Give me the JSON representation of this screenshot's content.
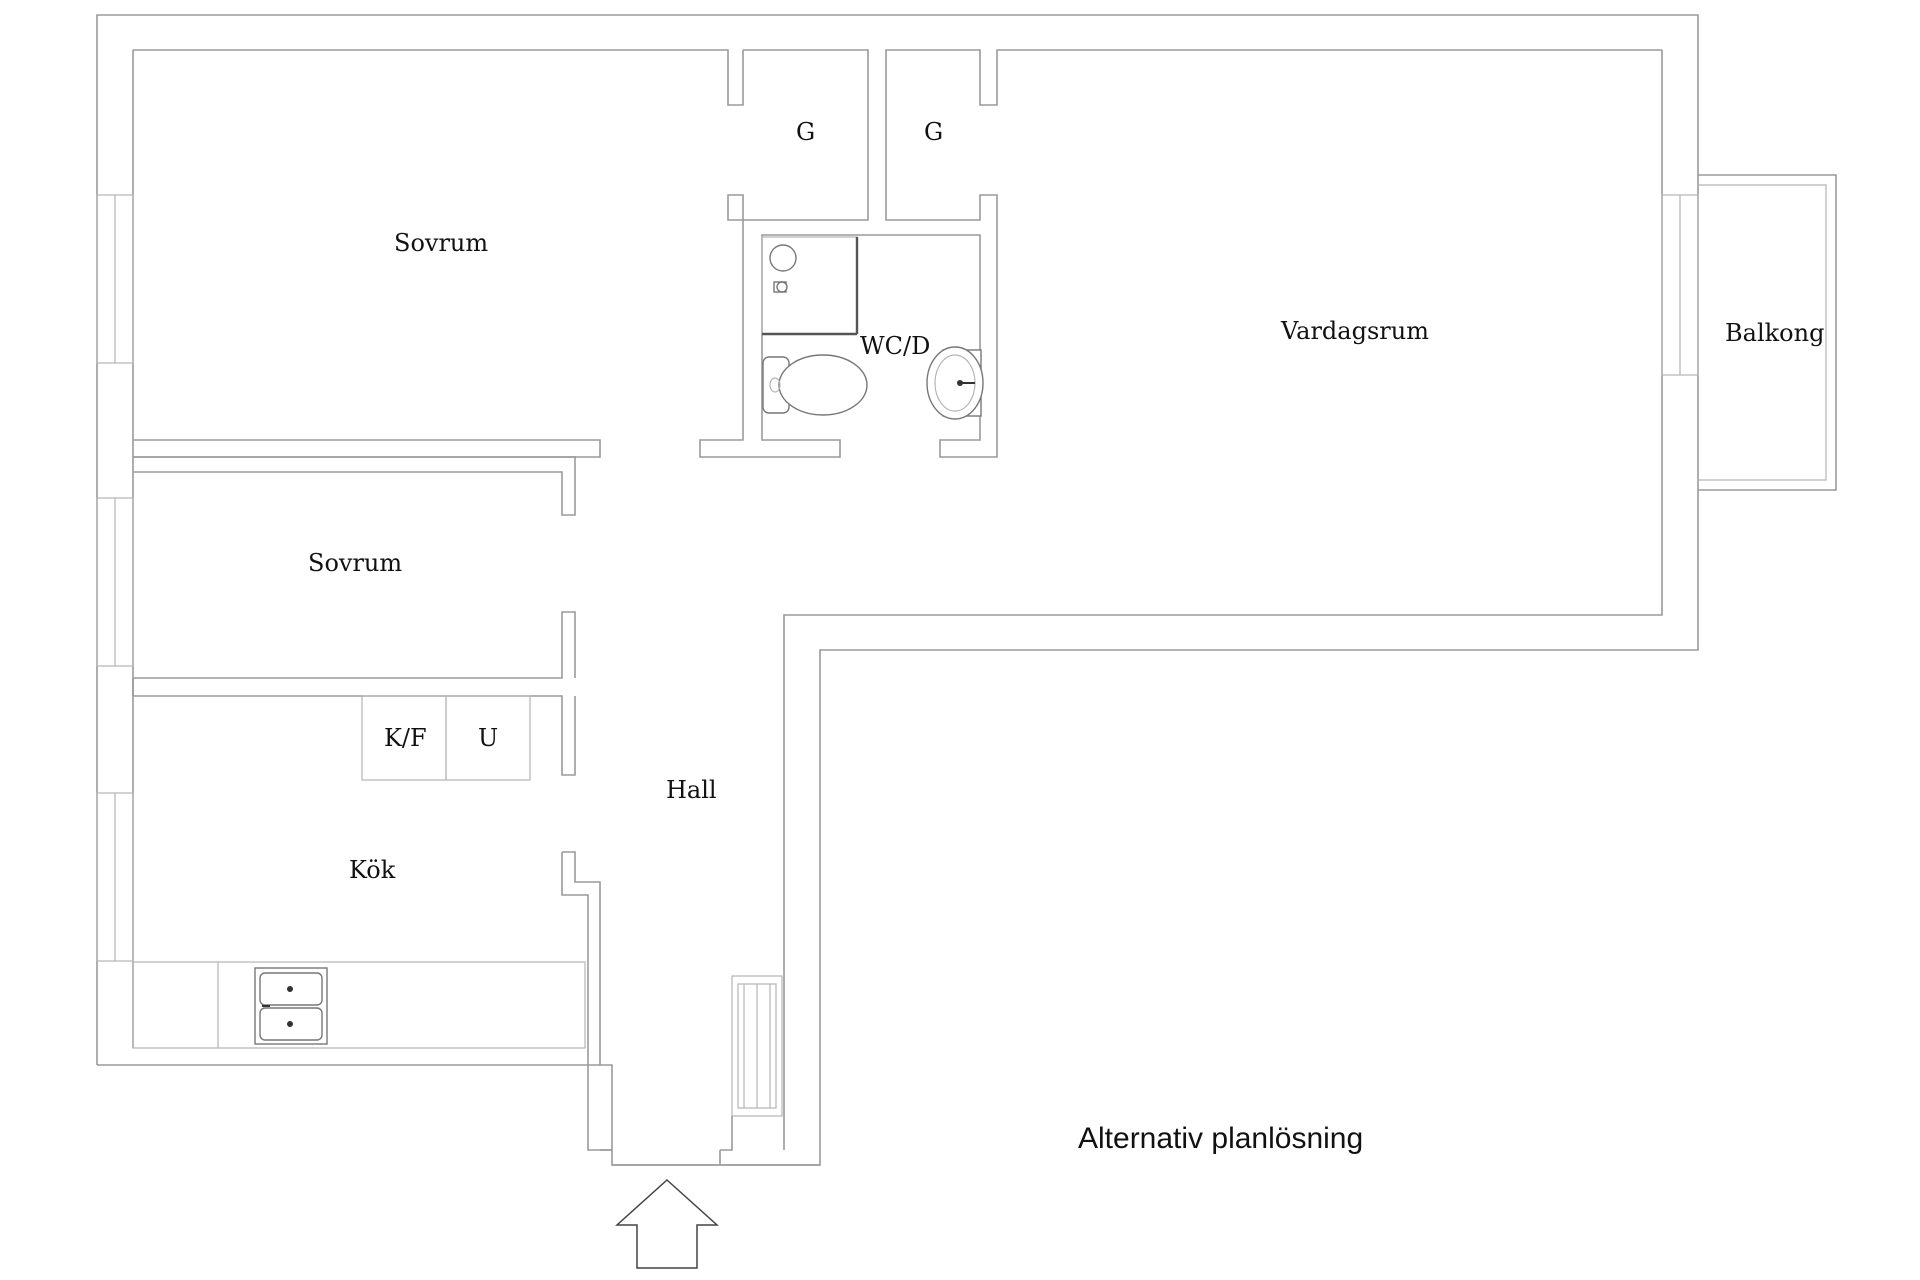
{
  "rooms": {
    "bedroom_1": "Sovrum",
    "bedroom_2": "Sovrum",
    "closet_1": "G",
    "closet_2": "G",
    "bathroom": "WC/D",
    "living_room": "Vardagsrum",
    "balcony": "Balkong",
    "fridge_freezer": "K/F",
    "oven": "U",
    "hall": "Hall",
    "kitchen": "Kök"
  },
  "caption": "Alternativ planlösning"
}
